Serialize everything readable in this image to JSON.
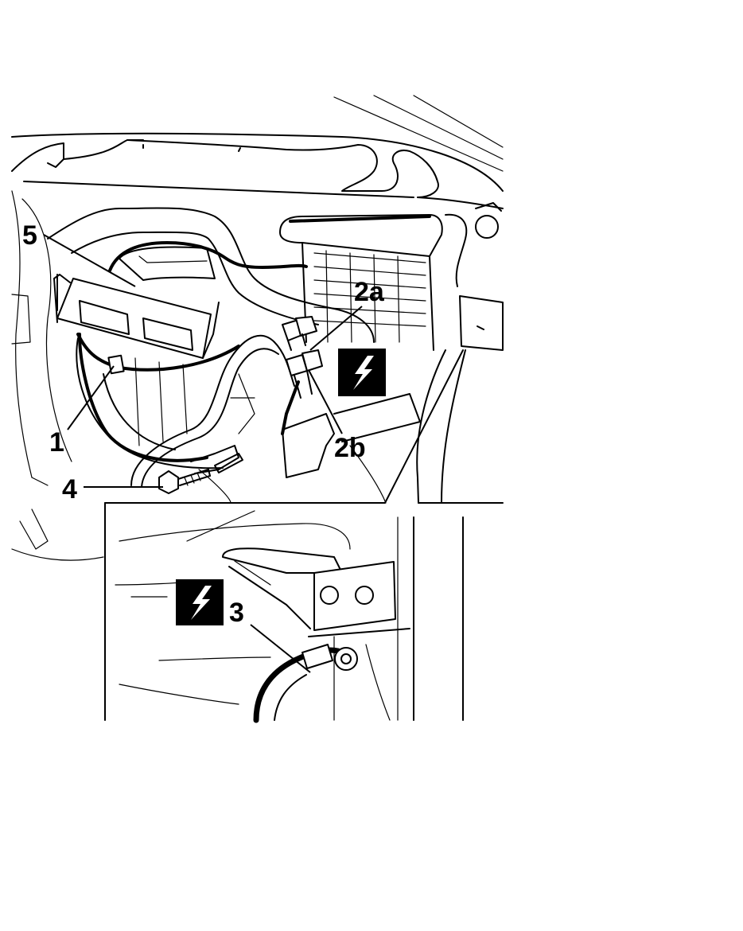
{
  "callouts": {
    "c1": "1",
    "c2a": "2a",
    "c2b": "2b",
    "c3": "3",
    "c4": "4",
    "c5": "5"
  },
  "icons": {
    "warning_main": "electrical-hazard-icon",
    "warning_inset": "electrical-hazard-icon"
  },
  "colors": {
    "line": "#000000",
    "background": "#ffffff",
    "warning_fill": "#000000",
    "warning_bolt": "#ffffff"
  }
}
